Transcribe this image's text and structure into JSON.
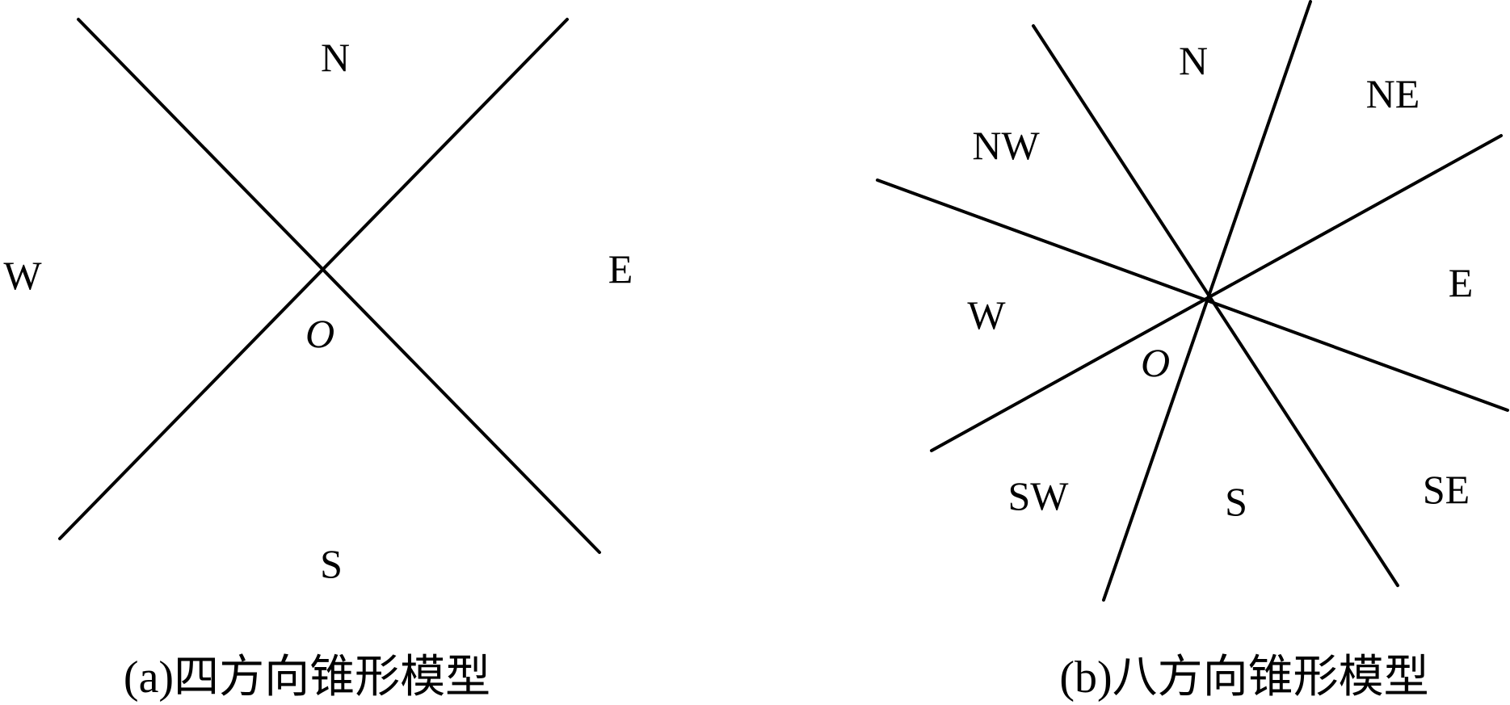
{
  "panel_a": {
    "labels": {
      "N": "N",
      "E": "E",
      "S": "S",
      "W": "W",
      "origin": "O"
    },
    "caption": "(a)四方向锥形模型"
  },
  "panel_b": {
    "labels": {
      "N": "N",
      "NE": "NE",
      "E": "E",
      "SE": "SE",
      "S": "S",
      "SW": "SW",
      "W": "W",
      "NW": "NW",
      "origin": "O"
    },
    "caption": "(b)八方向锥形模型"
  },
  "line_color": "#000000"
}
